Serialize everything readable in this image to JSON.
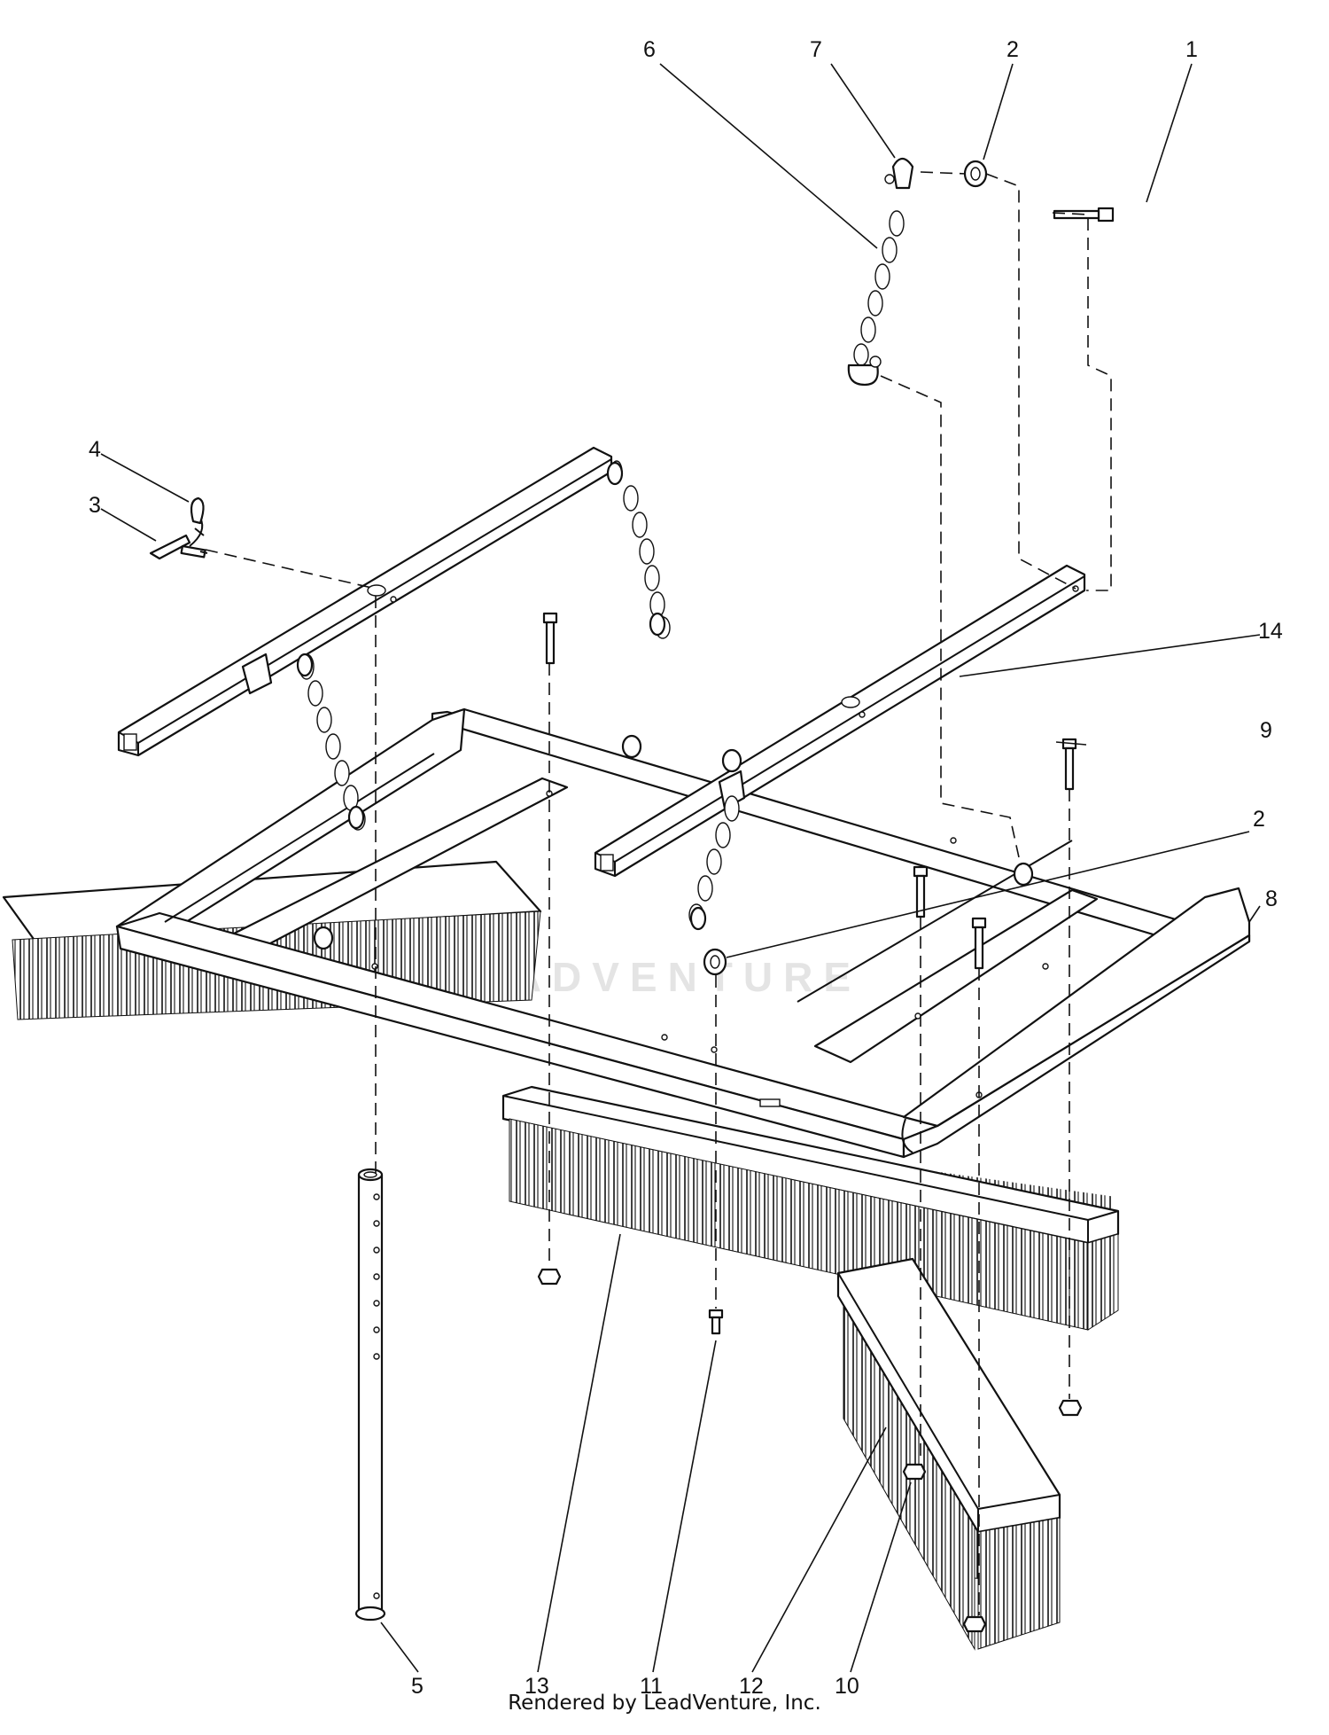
{
  "diagram": {
    "callouts": [
      {
        "id": "1",
        "label": "1"
      },
      {
        "id": "2a",
        "label": "2"
      },
      {
        "id": "2b",
        "label": "2"
      },
      {
        "id": "3",
        "label": "3"
      },
      {
        "id": "4",
        "label": "4"
      },
      {
        "id": "5",
        "label": "5"
      },
      {
        "id": "6",
        "label": "6"
      },
      {
        "id": "7",
        "label": "7"
      },
      {
        "id": "8",
        "label": "8"
      },
      {
        "id": "9",
        "label": "9"
      },
      {
        "id": "10",
        "label": "10"
      },
      {
        "id": "11",
        "label": "11"
      },
      {
        "id": "12",
        "label": "12"
      },
      {
        "id": "13",
        "label": "13"
      },
      {
        "id": "14",
        "label": "14"
      }
    ],
    "watermark": "LEADVENTURE"
  },
  "footer": {
    "text": "Rendered by LeadVenture, Inc."
  },
  "colors": {
    "line": "#111111",
    "background": "#ffffff",
    "watermark": "#e4e4e4"
  }
}
